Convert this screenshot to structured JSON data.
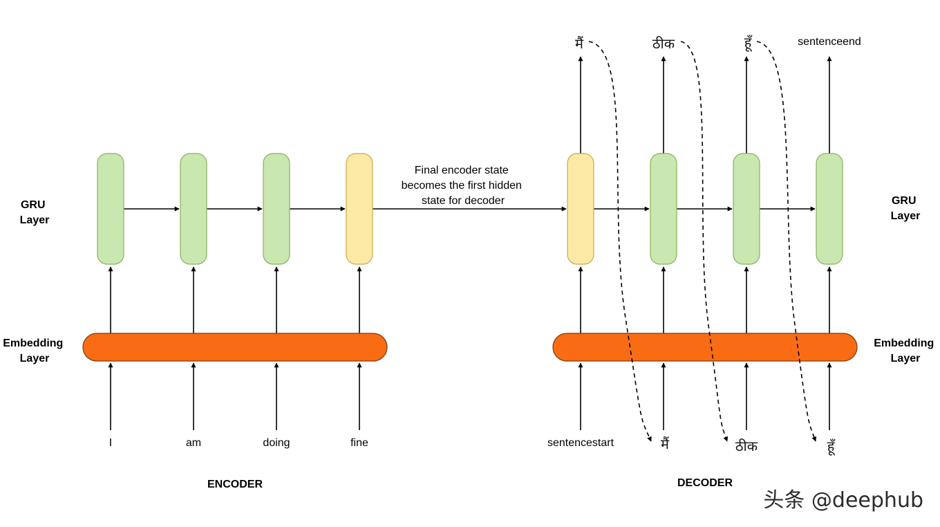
{
  "labels": {
    "gru_left": [
      "GRU",
      "Layer"
    ],
    "gru_right": [
      "GRU",
      "Layer"
    ],
    "emb_left": [
      "Embedding",
      "Layer"
    ],
    "emb_right": [
      "Embedding",
      "Layer"
    ],
    "encoder": "ENCODER",
    "decoder": "DECODER",
    "final_state": [
      "Final encoder state",
      "becomes the first hidden",
      "state for decoder"
    ],
    "watermark": "头条 @deephub"
  },
  "encoder_inputs": [
    "I",
    "am",
    "doing",
    "fine"
  ],
  "decoder_inputs": [
    "sentencestart",
    "मैं",
    "ठीक",
    "हूँ"
  ],
  "decoder_outputs": [
    "मैं",
    "ठीक",
    "हूँ",
    "sentenceend"
  ],
  "colors": {
    "gru_green": "#c9e8b0",
    "gru_green_stroke": "#86b060",
    "gru_yellow": "#fde9a6",
    "gru_yellow_stroke": "#c8a850",
    "embedding": "#f96c14",
    "embedding_stroke": "#7a3a0c",
    "line": "#000000"
  }
}
